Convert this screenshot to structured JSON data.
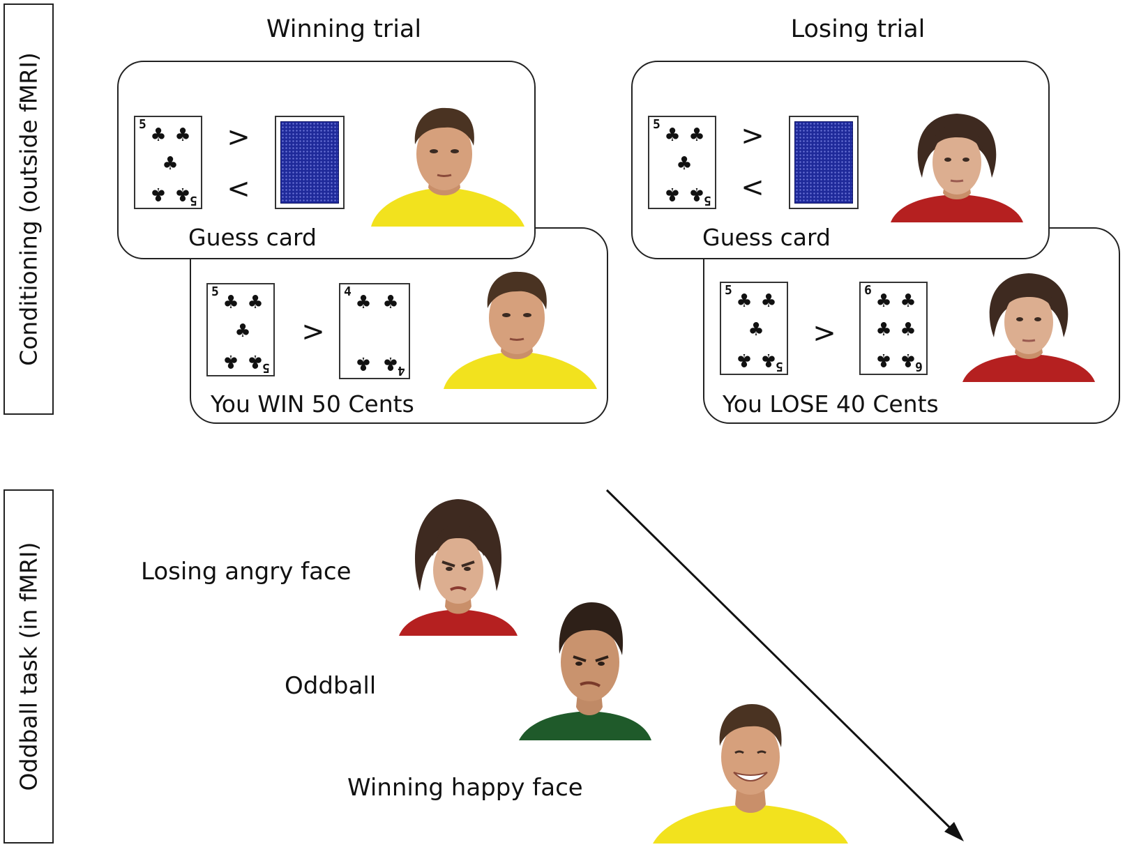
{
  "side_labels": {
    "conditioning": "Conditioning (outside fMRI)",
    "oddball_task": "Oddball task (in fMRI)"
  },
  "headings": {
    "winning": "Winning trial",
    "losing": "Losing trial"
  },
  "panels": {
    "win_guess_caption": "Guess card",
    "win_result_caption": "You WIN 50 Cents",
    "lose_guess_caption": "Guess card",
    "lose_result_caption": "You LOSE 40 Cents"
  },
  "symbols": {
    "greater": ">",
    "less": "<"
  },
  "cards": {
    "win_guess_rank": "5",
    "win_result_left_rank": "5",
    "win_result_right_rank": "4",
    "lose_guess_rank": "5",
    "lose_result_left_rank": "5",
    "lose_result_right_rank": "6",
    "suit": "♣"
  },
  "oddball": {
    "losing_angry": "Losing angry face",
    "oddball": "Oddball",
    "winning_happy": "Winning happy face"
  },
  "colors": {
    "card_back": "#1f2a9a",
    "shirt_yellow": "#f2e21e",
    "shirt_red": "#b52020",
    "shirt_green": "#1f5a2a"
  }
}
